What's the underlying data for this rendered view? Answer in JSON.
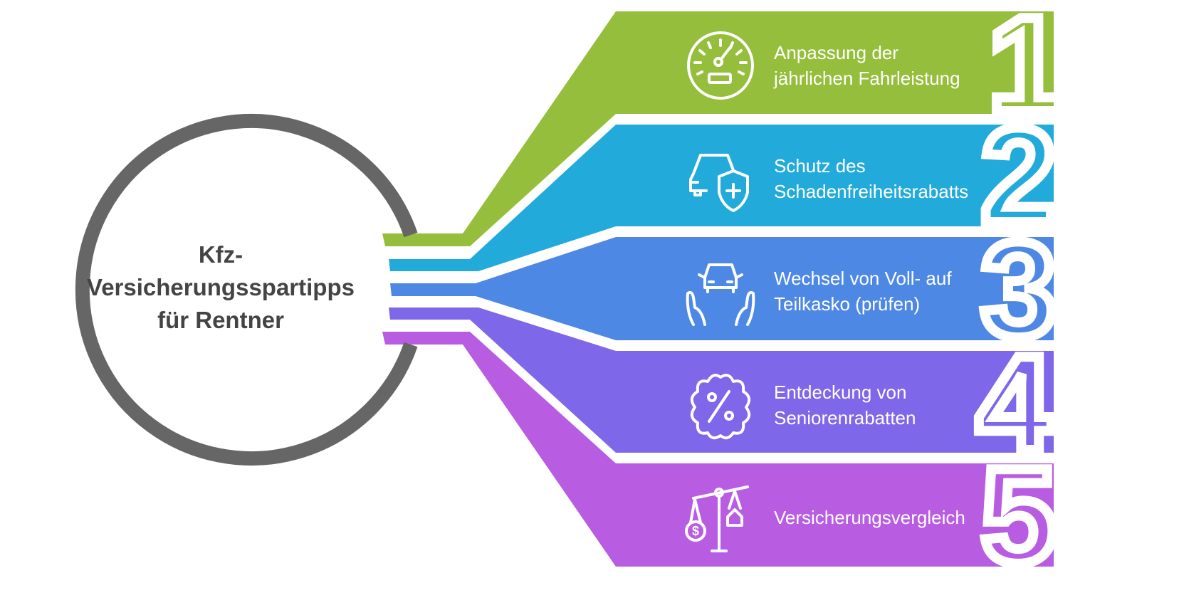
{
  "center": {
    "title_lines": [
      "Kfz-",
      "Versicherungsspartipps",
      "für Rentner"
    ],
    "ring_color": "#666666",
    "text_color": "#444444"
  },
  "items": [
    {
      "number": "1",
      "lines": [
        "Anpassung der",
        "jährlichen Fahrleistung"
      ],
      "icon": "speedometer-icon",
      "color": "#94BE3B"
    },
    {
      "number": "2",
      "lines": [
        "Schutz des",
        "Schadenfreiheitsrabatts"
      ],
      "icon": "car-shield-icon",
      "color": "#22ABDA"
    },
    {
      "number": "3",
      "lines": [
        "Wechsel von Voll- auf",
        "Teilkasko (prüfen)"
      ],
      "icon": "car-in-hands-icon",
      "color": "#4D88E4"
    },
    {
      "number": "4",
      "lines": [
        "Entdeckung von",
        "Seniorenrabatten"
      ],
      "icon": "discount-badge-icon",
      "color": "#7E67E8"
    },
    {
      "number": "5",
      "lines": [
        "Versicherungsvergleich"
      ],
      "icon": "balance-scale-icon",
      "color": "#B85DE2"
    }
  ]
}
